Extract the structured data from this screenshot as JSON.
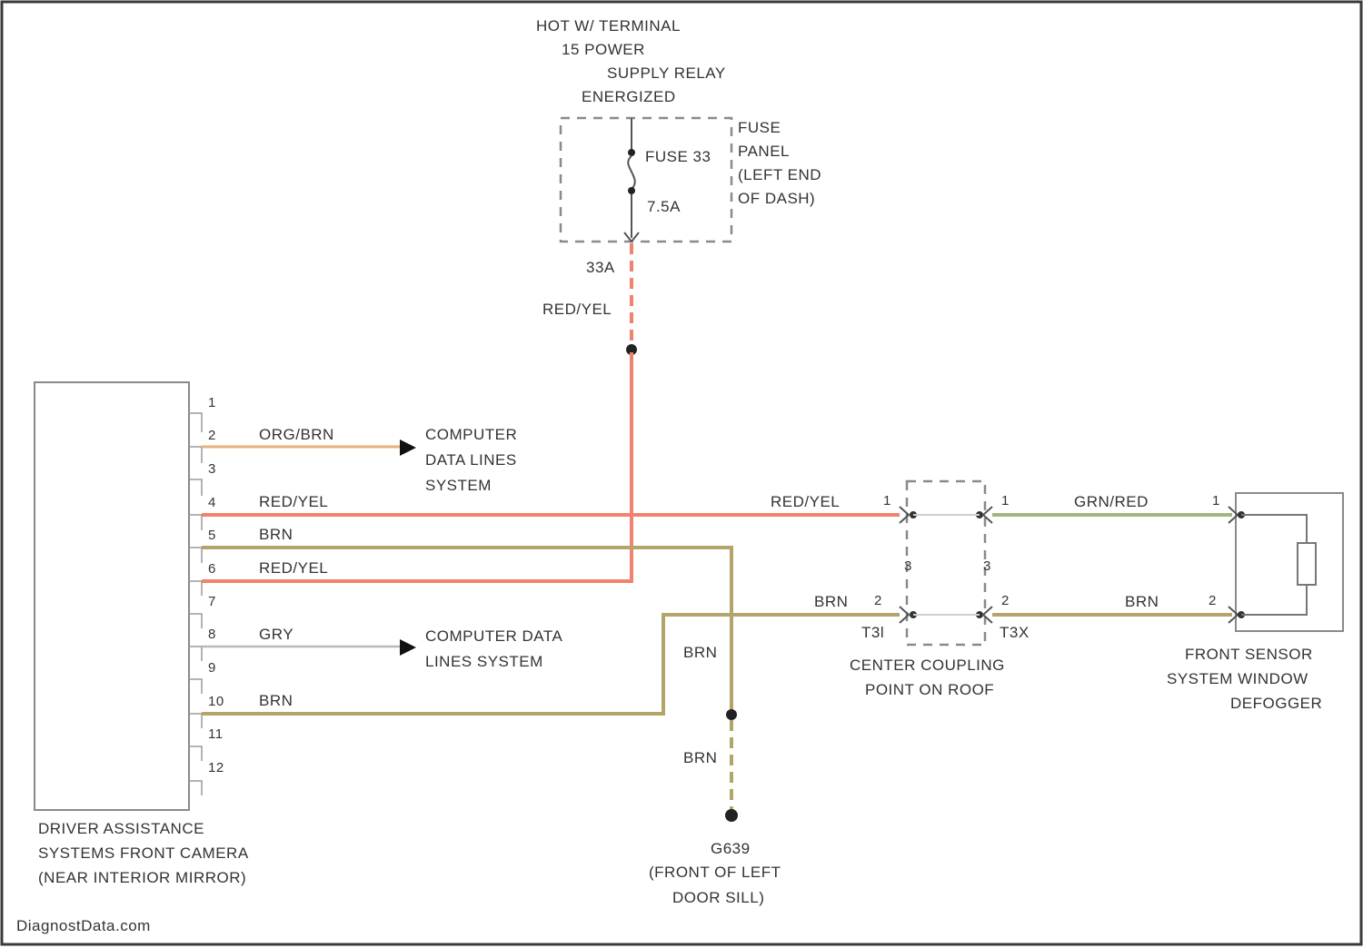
{
  "colors": {
    "red_yel": "#f0826f",
    "org_brn": "#e8b07a",
    "brn": "#b3a46a",
    "gry": "#b9b9b9",
    "grn_red": "#9fb680",
    "frame": "#3a3a3a"
  },
  "power": {
    "lines": [
      "HOT W/ TERMINAL",
      "15 POWER",
      "SUPPLY RELAY",
      "ENERGIZED"
    ]
  },
  "fuse_panel": {
    "lines": [
      "FUSE",
      "PANEL",
      "(LEFT END",
      "OF DASH)"
    ],
    "fuse_id": "FUSE 33",
    "rating": "7.5A",
    "terminal": "33A"
  },
  "wire_labels": {
    "fuse_out": "RED/YEL",
    "pin2": "ORG/BRN",
    "pin4": "RED/YEL",
    "pin5": "BRN",
    "pin6": "RED/YEL",
    "pin8": "GRY",
    "pin10": "BRN",
    "ground_vert": "BRN",
    "ground_drop": "BRN",
    "coupler_in_1": "RED/YEL",
    "coupler_in_2": "BRN",
    "coupler_out_1": "GRN/RED",
    "coupler_out_2": "BRN"
  },
  "camera": {
    "pins": [
      "1",
      "2",
      "3",
      "4",
      "5",
      "6",
      "7",
      "8",
      "9",
      "10",
      "11",
      "12"
    ],
    "lines": [
      "DRIVER ASSISTANCE",
      "SYSTEMS FRONT CAMERA",
      "(NEAR INTERIOR MIRROR)"
    ]
  },
  "data_lines_1": [
    "COMPUTER",
    "DATA LINES",
    "SYSTEM"
  ],
  "data_lines_2": [
    "COMPUTER DATA",
    "LINES SYSTEM"
  ],
  "coupling": {
    "left_connector": "T3l",
    "right_connector": "T3X",
    "left_pins": [
      "1",
      "2"
    ],
    "right_pins": [
      "1",
      "2"
    ],
    "mid_pins": [
      "3",
      "3"
    ],
    "lines": [
      "CENTER COUPLING",
      "POINT ON ROOF"
    ]
  },
  "defogger": {
    "pins": [
      "1",
      "2"
    ],
    "lines": [
      "FRONT SENSOR",
      "SYSTEM WINDOW",
      "DEFOGGER"
    ]
  },
  "ground": {
    "lines": [
      "G639",
      "(FRONT OF LEFT",
      "DOOR SILL)"
    ]
  },
  "watermark": "DiagnostData.com"
}
